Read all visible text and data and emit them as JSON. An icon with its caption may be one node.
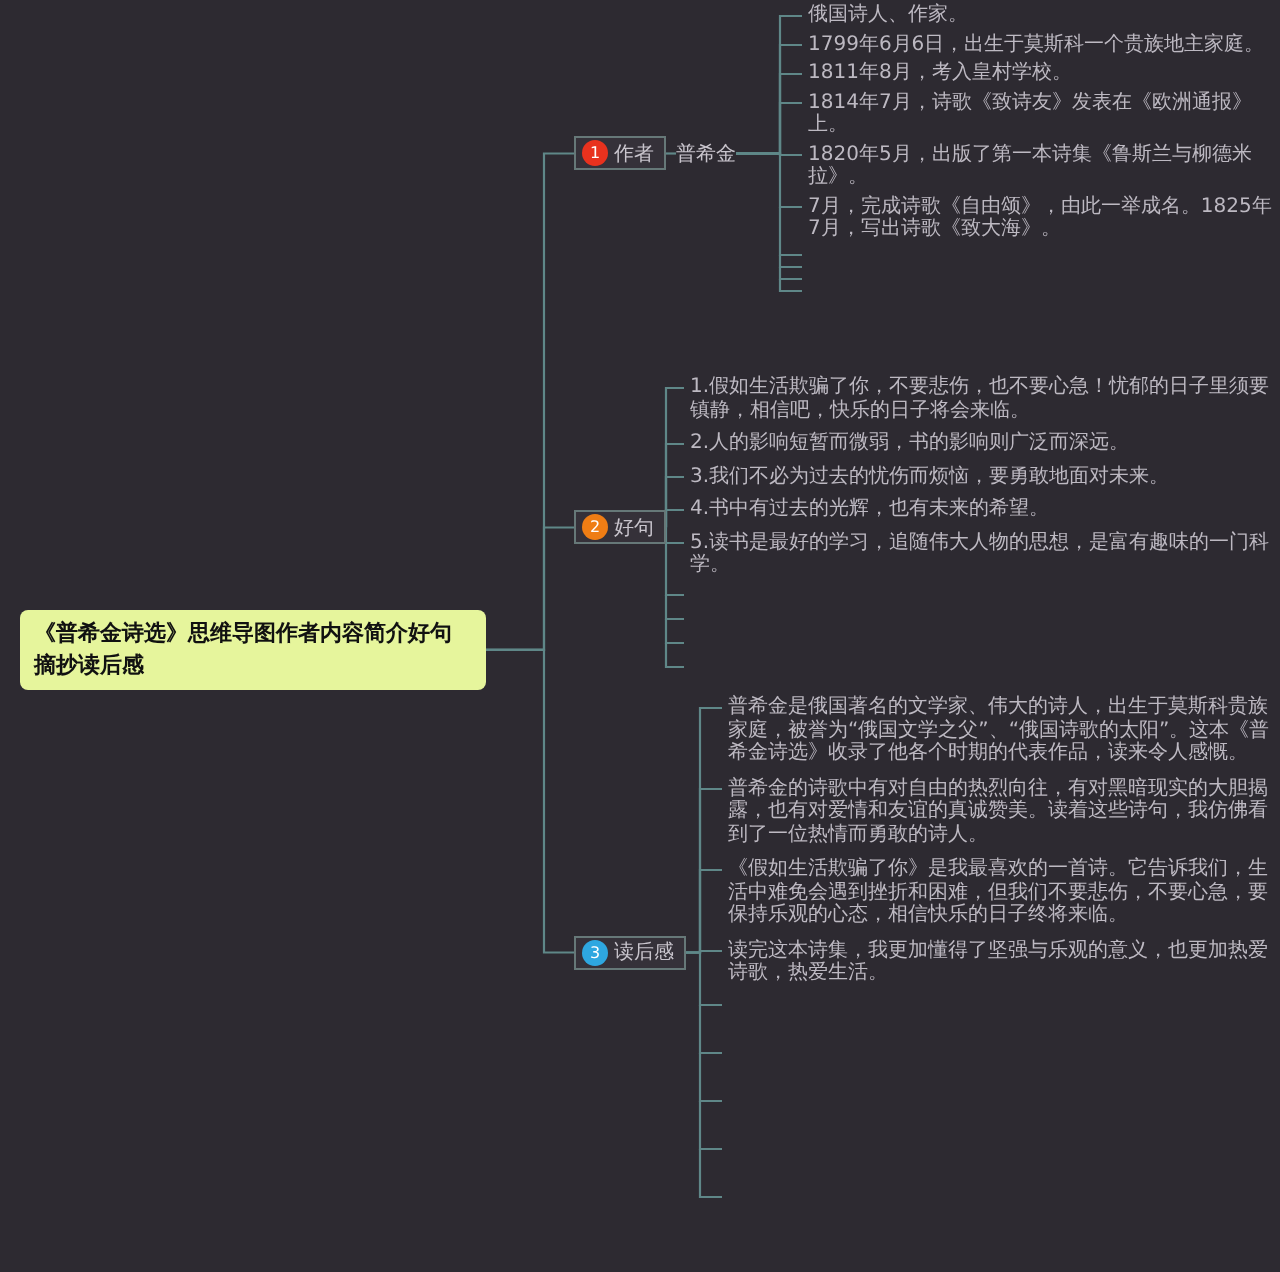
{
  "diagram": {
    "nodes": [
      {
        "text": [
          "《普希金诗选》思维导图作者内容简介好句摘抄读后感"
        ]
      },
      {
        "text": [
          "1",
          "作者"
        ]
      },
      {
        "text": [
          "普希金"
        ]
      },
      {
        "text": [
          "俄国诗人、作家。"
        ]
      },
      {
        "text": [
          "1799年6月6日，出生于莫斯科一个贵族地主家庭。"
        ]
      },
      {
        "text": [
          "1811年8月，考入皇村学校。"
        ]
      },
      {
        "text": [
          "1814年7月，诗歌《致诗友》发表在《欧洲通报》上。"
        ]
      },
      {
        "text": [
          "1820年5月，出版了第一本诗集《鲁斯兰与柳德米拉》。"
        ]
      },
      {
        "text": [
          "7月，完成诗歌《自由颂》，由此一举成名。1825年7月，写出诗歌《致大海》。"
        ]
      },
      {
        "text": [
          "2",
          "好句"
        ]
      },
      {
        "text": [
          "1.假如生活欺骗了你，不要悲伤，也不要心急！忧郁的日子里须要镇静，相信吧，快乐的日子将会来临。"
        ]
      },
      {
        "text": [
          "2.人的影响短暂而微弱，书的影响则广泛而深远。"
        ]
      },
      {
        "text": [
          "3.我们不必为过去的忧伤而烦恼，要勇敢地面对未来。"
        ]
      },
      {
        "text": [
          "4.书中有过去的光辉，也有未来的希望。"
        ]
      },
      {
        "text": [
          "5.读书是最好的学习，追随伟大人物的思想，是富有趣味的一门科学。"
        ]
      },
      {
        "text": [
          "3",
          "读后感"
        ]
      },
      {
        "text": [
          "普希金是俄国著名的文学家、伟大的诗人，出生于莫斯科贵族家庭，被誉为“俄国文学之父”、“俄国诗歌的太阳”。这本《普希金诗选》收录了他各个时期的代表作品，读来令人感慨。"
        ]
      },
      {
        "text": [
          "普希金的诗歌中有对自由的热烈向往，有对黑暗现实的大胆揭露，也有对爱情和友谊的真诚赞美。读着这些诗句，我仿佛看到了一位热情而勇敢的诗人。"
        ]
      },
      {
        "text": [
          "《假如生活欺骗了你》是我最喜欢的一首诗。它告诉我们，生活中难免会遇到挫折和困难，但我们不要悲伤，不要心急，要保持乐观的心态，相信快乐的日子终将来临。"
        ]
      },
      {
        "text": [
          "读完这本诗集，我更加懂得了坚强与乐观的意义，也更加热爱诗歌，热爱生活。"
        ]
      }
    ],
    "edges": [
      {
        "from": 0,
        "to": 1,
        "arrow": "none"
      },
      {
        "from": 0,
        "to": 9,
        "arrow": "none"
      },
      {
        "from": 0,
        "to": 15,
        "arrow": "none"
      },
      {
        "from": 1,
        "to": 2,
        "arrow": "none"
      },
      {
        "from": 2,
        "to": 3,
        "arrow": "none"
      },
      {
        "from": 2,
        "to": 4,
        "arrow": "none"
      },
      {
        "from": 2,
        "to": 5,
        "arrow": "none"
      },
      {
        "from": 2,
        "to": 6,
        "arrow": "none"
      },
      {
        "from": 2,
        "to": 7,
        "arrow": "none"
      },
      {
        "from": 2,
        "to": 8,
        "arrow": "none"
      },
      {
        "from": 9,
        "to": 10,
        "arrow": "none"
      },
      {
        "from": 9,
        "to": 11,
        "arrow": "none"
      },
      {
        "from": 9,
        "to": 12,
        "arrow": "none"
      },
      {
        "from": 9,
        "to": 13,
        "arrow": "none"
      },
      {
        "from": 9,
        "to": 14,
        "arrow": "none"
      },
      {
        "from": 15,
        "to": 16,
        "arrow": "none"
      },
      {
        "from": 15,
        "to": 17,
        "arrow": "none"
      },
      {
        "from": 15,
        "to": 18,
        "arrow": "none"
      },
      {
        "from": 15,
        "to": 19,
        "arrow": "none"
      }
    ]
  }
}
